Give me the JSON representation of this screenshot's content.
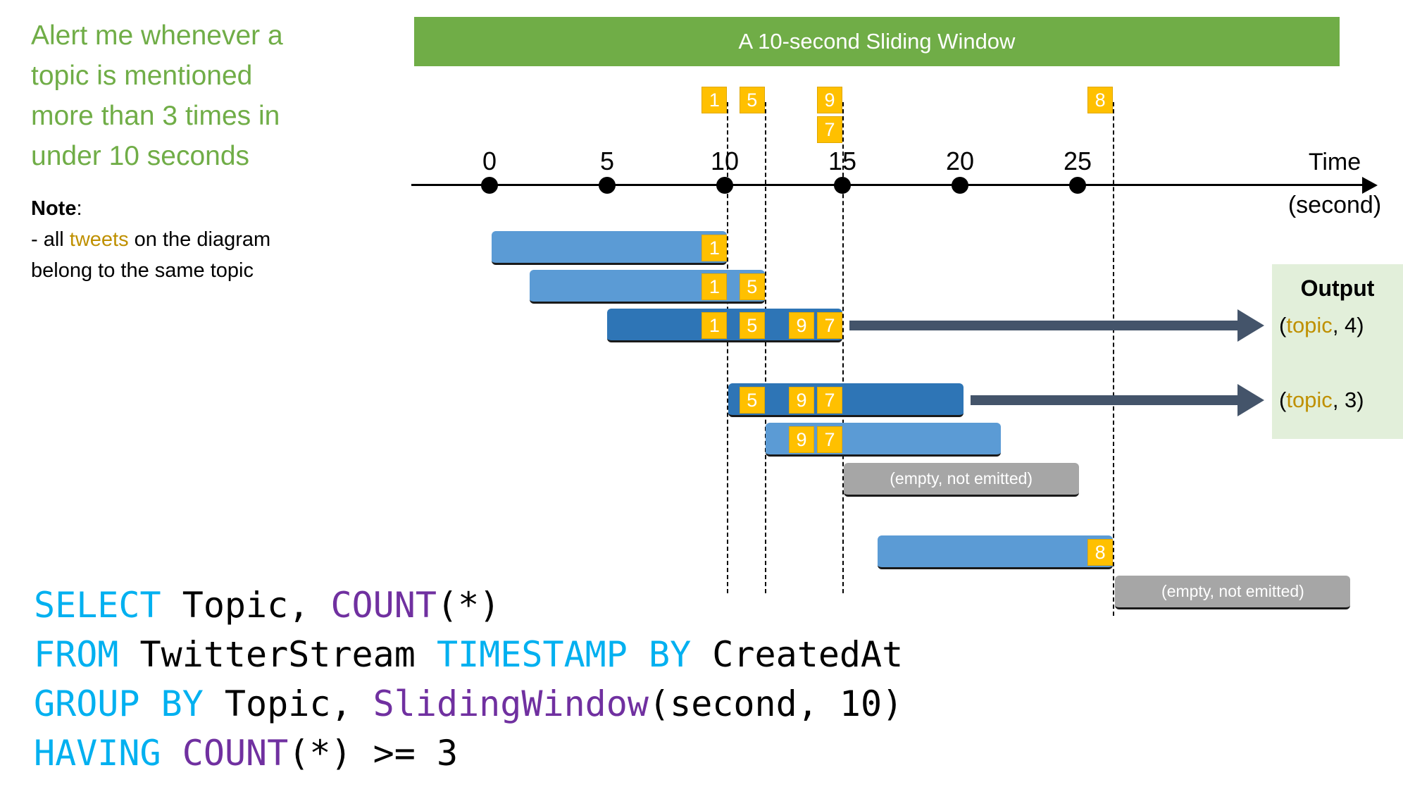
{
  "slide": {
    "callout_lines": [
      "Alert me whenever a",
      "topic is mentioned",
      "more than 3 times in",
      "under 10 seconds"
    ],
    "note": {
      "heading": "Note",
      "colon": ":",
      "lines": [
        [
          {
            "text": "- all ",
            "hl": false
          },
          {
            "text": "tweets",
            "hl": true
          },
          {
            "text": " on the diagram",
            "hl": false
          }
        ],
        [
          {
            "text": "belong to the same topic",
            "hl": false
          }
        ]
      ]
    },
    "banner_title": "A 10-second Sliding Window"
  },
  "diagram": {
    "timeline": {
      "ticks": [
        {
          "label": "0",
          "t": 0
        },
        {
          "label": "5",
          "t": 5
        },
        {
          "label": "10",
          "t": 10
        },
        {
          "label": "15",
          "t": 15
        },
        {
          "label": "20",
          "t": 20
        },
        {
          "label": "25",
          "t": 25
        }
      ],
      "axis_label_top": "Time",
      "axis_label_bottom": "(second)"
    },
    "guides": [
      10.1,
      11.7,
      15.0,
      26.5
    ],
    "events": [
      {
        "label": "1",
        "t": 10.1,
        "tier": 0,
        "slot": 0
      },
      {
        "label": "5",
        "t": 11.7,
        "tier": 0,
        "slot": 0
      },
      {
        "label": "9",
        "t": 15.0,
        "tier": 0,
        "slot": 0
      },
      {
        "label": "7",
        "t": 15.0,
        "tier": 1,
        "slot": 0
      },
      {
        "label": "8",
        "t": 26.5,
        "tier": 0,
        "slot": 0
      }
    ],
    "windows": [
      {
        "t_start": 0.1,
        "t_end": 10.1,
        "style": "light",
        "badges": [
          {
            "label": "1",
            "t": 10.1,
            "slot": 0
          }
        ]
      },
      {
        "t_start": 1.7,
        "t_end": 11.7,
        "style": "light",
        "badges": [
          {
            "label": "1",
            "t": 10.1,
            "slot": 0
          },
          {
            "label": "5",
            "t": 11.7,
            "slot": 0
          }
        ]
      },
      {
        "t_start": 5.0,
        "t_end": 15.0,
        "style": "dark",
        "badges": [
          {
            "label": "1",
            "t": 10.1,
            "slot": 0
          },
          {
            "label": "5",
            "t": 11.7,
            "slot": 0
          },
          {
            "label": "9",
            "t": 15.0,
            "slot": 1
          },
          {
            "label": "7",
            "t": 15.0,
            "slot": 0
          }
        ],
        "arrow_to_output": 0
      },
      {
        "t_start": 10.15,
        "t_end": 20.15,
        "style": "dark",
        "badges": [
          {
            "label": "5",
            "t": 11.7,
            "slot": 0
          },
          {
            "label": "9",
            "t": 15.0,
            "slot": 1
          },
          {
            "label": "7",
            "t": 15.0,
            "slot": 0
          }
        ],
        "arrow_to_output": 1
      },
      {
        "t_start": 11.75,
        "t_end": 21.75,
        "style": "light",
        "badges": [
          {
            "label": "9",
            "t": 15.0,
            "slot": 1
          },
          {
            "label": "7",
            "t": 15.0,
            "slot": 0
          }
        ]
      },
      {
        "t_start": 15.05,
        "t_end": 25.05,
        "style": "gray",
        "label": "(empty, not emitted)"
      },
      {
        "t_start": 16.5,
        "t_end": 26.5,
        "style": "light",
        "badges": [
          {
            "label": "8",
            "t": 26.5,
            "slot": 0
          }
        ]
      },
      {
        "t_start": 26.6,
        "t_end": 36.6,
        "style": "gray",
        "label": "(empty, not emitted)"
      }
    ]
  },
  "output_panel": {
    "heading": "Output",
    "entries": [
      {
        "segments": [
          {
            "text": "(",
            "hl": false
          },
          {
            "text": "topic",
            "hl": true
          },
          {
            "text": ", 4)",
            "hl": false
          }
        ]
      },
      {
        "segments": [
          {
            "text": "(",
            "hl": false
          },
          {
            "text": "topic",
            "hl": true
          },
          {
            "text": ", 3)",
            "hl": false
          }
        ]
      }
    ]
  },
  "sql": {
    "lines": [
      [
        {
          "t": "SELECT",
          "c": "kw"
        },
        {
          "t": " Topic, ",
          "c": ""
        },
        {
          "t": "COUNT",
          "c": "fn"
        },
        {
          "t": "(*)",
          "c": ""
        }
      ],
      [
        {
          "t": "FROM",
          "c": "kw"
        },
        {
          "t": " TwitterStream ",
          "c": ""
        },
        {
          "t": "TIMESTAMP BY",
          "c": "kw"
        },
        {
          "t": " CreatedAt",
          "c": ""
        }
      ],
      [
        {
          "t": "GROUP BY",
          "c": "kw"
        },
        {
          "t": " Topic, ",
          "c": ""
        },
        {
          "t": "SlidingWindow",
          "c": "fn"
        },
        {
          "t": "(second, 10)",
          "c": ""
        }
      ],
      [
        {
          "t": "HAVING",
          "c": "kw"
        },
        {
          "t": " ",
          "c": ""
        },
        {
          "t": "COUNT",
          "c": "fn"
        },
        {
          "t": "(*) >= 3",
          "c": ""
        }
      ]
    ]
  },
  "colors": {
    "green": "#70AD47",
    "light_blue": "#5B9BD5",
    "dark_blue": "#2E75B6",
    "gray": "#A6A6A6",
    "gold": "#FFC000",
    "orange_text": "#BF9000",
    "arrow_slate": "#44546A",
    "output_bg": "#E2EFDA",
    "sql_keyword": "#00B0F0",
    "sql_function": "#7030A0"
  }
}
